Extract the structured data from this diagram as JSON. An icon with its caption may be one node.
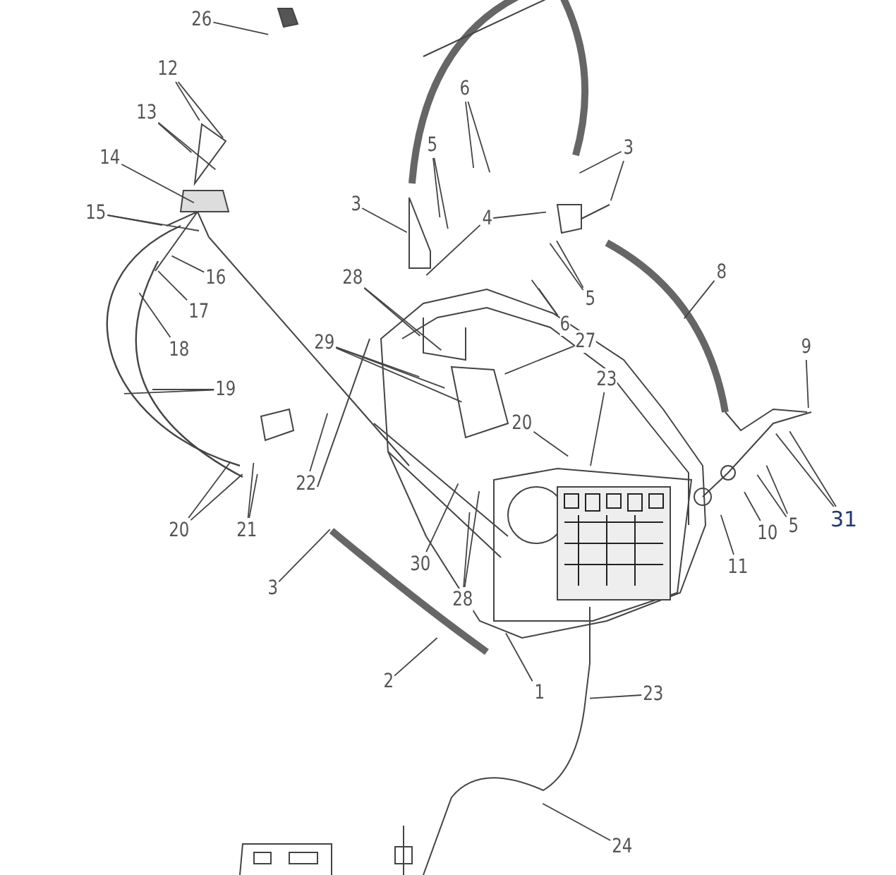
{
  "diagram": {
    "nodes": [
      {
        "text": [
          "26"
        ]
      },
      {
        "text": [
          "12"
        ]
      },
      {
        "text": [
          "13"
        ]
      },
      {
        "text": [
          "14"
        ]
      },
      {
        "text": [
          "15"
        ]
      },
      {
        "text": [
          "16"
        ]
      },
      {
        "text": [
          "17"
        ]
      },
      {
        "text": [
          "18"
        ]
      },
      {
        "text": [
          "19"
        ]
      },
      {
        "text": [
          "3"
        ]
      },
      {
        "text": [
          "5"
        ]
      },
      {
        "text": [
          "6"
        ]
      },
      {
        "text": [
          "4"
        ]
      },
      {
        "text": [
          "3"
        ]
      },
      {
        "text": [
          "28"
        ]
      },
      {
        "text": [
          "29"
        ]
      },
      {
        "text": [
          "6"
        ]
      },
      {
        "text": [
          "5"
        ]
      },
      {
        "text": [
          "8"
        ]
      },
      {
        "text": [
          "27"
        ]
      },
      {
        "text": [
          "23"
        ]
      },
      {
        "text": [
          "20"
        ]
      },
      {
        "text": [
          "9"
        ]
      },
      {
        "text": [
          "22"
        ]
      },
      {
        "text": [
          "20"
        ]
      },
      {
        "text": [
          "21"
        ]
      },
      {
        "text": [
          "30"
        ]
      },
      {
        "text": [
          "28"
        ]
      },
      {
        "text": [
          "3"
        ]
      },
      {
        "text": [
          "11"
        ]
      },
      {
        "text": [
          "10"
        ]
      },
      {
        "text": [
          "5"
        ]
      },
      {
        "text": [
          "31"
        ]
      },
      {
        "text": [
          "2"
        ]
      },
      {
        "text": [
          "1"
        ]
      },
      {
        "text": [
          "23"
        ]
      },
      {
        "text": [
          "24"
        ]
      }
    ],
    "edges": [
      {
        "from": 0,
        "to": null,
        "arrow": "none"
      },
      {
        "from": 1,
        "to": null,
        "arrow": "none"
      },
      {
        "from": 1,
        "to": null,
        "arrow": "none"
      },
      {
        "from": 2,
        "to": null,
        "arrow": "none"
      },
      {
        "from": 2,
        "to": null,
        "arrow": "none"
      },
      {
        "from": 3,
        "to": null,
        "arrow": "none"
      },
      {
        "from": 4,
        "to": null,
        "arrow": "none"
      },
      {
        "from": 4,
        "to": null,
        "arrow": "none"
      },
      {
        "from": 5,
        "to": null,
        "arrow": "none"
      },
      {
        "from": 6,
        "to": null,
        "arrow": "none"
      },
      {
        "from": 7,
        "to": null,
        "arrow": "none"
      },
      {
        "from": 8,
        "to": null,
        "arrow": "none"
      },
      {
        "from": 8,
        "to": null,
        "arrow": "none"
      },
      {
        "from": 9,
        "to": null,
        "arrow": "none"
      },
      {
        "from": 10,
        "to": null,
        "arrow": "none"
      },
      {
        "from": 10,
        "to": null,
        "arrow": "none"
      },
      {
        "from": 11,
        "to": null,
        "arrow": "none"
      },
      {
        "from": 11,
        "to": null,
        "arrow": "none"
      },
      {
        "from": 12,
        "to": null,
        "arrow": "none"
      },
      {
        "from": 12,
        "to": null,
        "arrow": "none"
      },
      {
        "from": 13,
        "to": null,
        "arrow": "none"
      },
      {
        "from": 13,
        "to": null,
        "arrow": "none"
      },
      {
        "from": 14,
        "to": null,
        "arrow": "none"
      },
      {
        "from": 14,
        "to": null,
        "arrow": "none"
      },
      {
        "from": 15,
        "to": null,
        "arrow": "none"
      },
      {
        "from": 15,
        "to": null,
        "arrow": "none"
      },
      {
        "from": 15,
        "to": null,
        "arrow": "none"
      },
      {
        "from": 16,
        "to": null,
        "arrow": "none"
      },
      {
        "from": 16,
        "to": null,
        "arrow": "none"
      },
      {
        "from": 17,
        "to": null,
        "arrow": "none"
      },
      {
        "from": 17,
        "to": null,
        "arrow": "none"
      },
      {
        "from": 18,
        "to": null,
        "arrow": "none"
      },
      {
        "from": 19,
        "to": null,
        "arrow": "none"
      },
      {
        "from": 20,
        "to": null,
        "arrow": "none"
      },
      {
        "from": 21,
        "to": null,
        "arrow": "none"
      },
      {
        "from": 22,
        "to": null,
        "arrow": "none"
      },
      {
        "from": 23,
        "to": null,
        "arrow": "none"
      },
      {
        "from": 24,
        "to": null,
        "arrow": "none"
      },
      {
        "from": 24,
        "to": null,
        "arrow": "none"
      },
      {
        "from": 25,
        "to": null,
        "arrow": "none"
      },
      {
        "from": 25,
        "to": null,
        "arrow": "none"
      },
      {
        "from": 26,
        "to": null,
        "arrow": "none"
      },
      {
        "from": 27,
        "to": null,
        "arrow": "none"
      },
      {
        "from": 27,
        "to": null,
        "arrow": "none"
      },
      {
        "from": 28,
        "to": null,
        "arrow": "none"
      },
      {
        "from": 29,
        "to": null,
        "arrow": "none"
      },
      {
        "from": 30,
        "to": null,
        "arrow": "none"
      },
      {
        "from": 31,
        "to": null,
        "arrow": "none"
      },
      {
        "from": 31,
        "to": null,
        "arrow": "none"
      },
      {
        "from": 32,
        "to": null,
        "arrow": "none"
      },
      {
        "from": 32,
        "to": null,
        "arrow": "none"
      },
      {
        "from": 33,
        "to": null,
        "arrow": "none"
      },
      {
        "from": 34,
        "to": null,
        "arrow": "none"
      },
      {
        "from": 35,
        "to": null,
        "arrow": "none"
      },
      {
        "from": 36,
        "to": null,
        "arrow": "none"
      }
    ]
  }
}
